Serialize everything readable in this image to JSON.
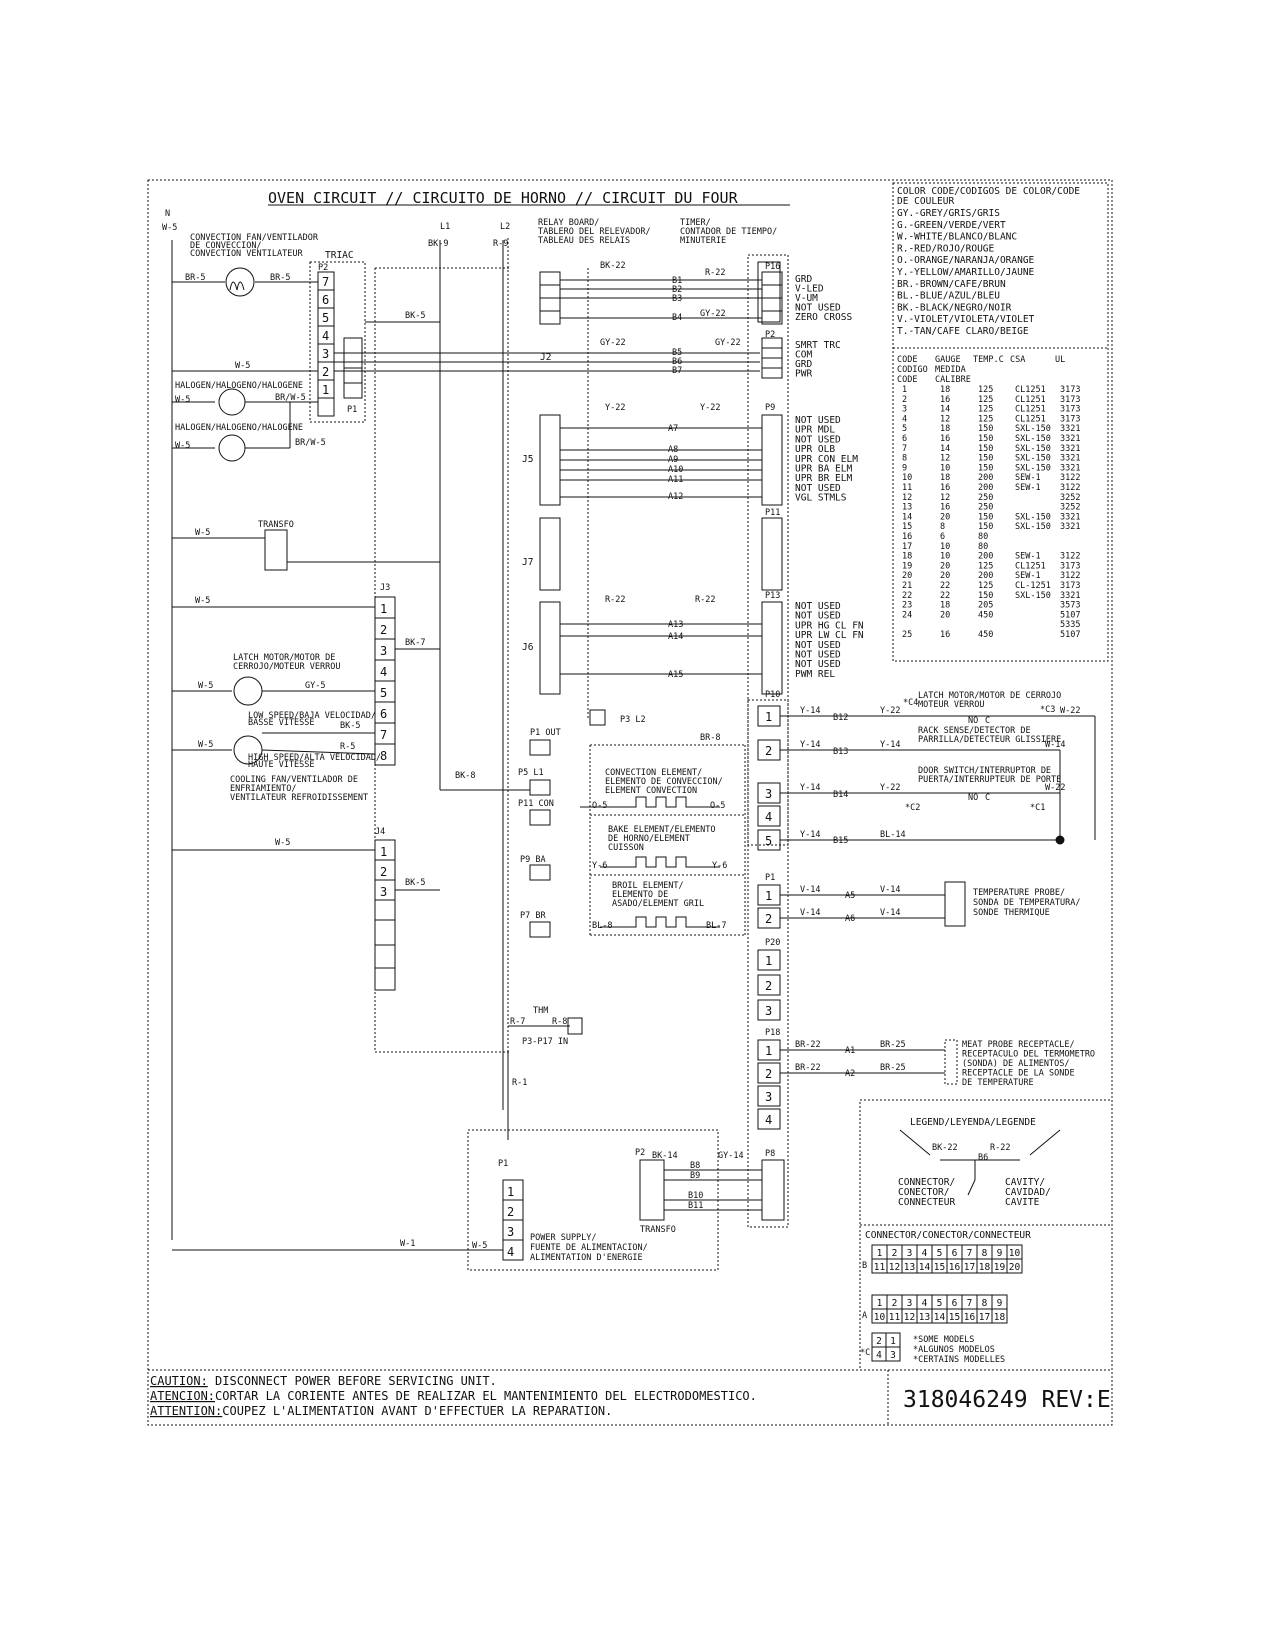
{
  "title": "OVEN CIRCUIT // CIRCUITO DE HORNO // CIRCUIT DU FOUR",
  "color_code": {
    "header": [
      "COLOR CODE/CODIGOS DE COLOR/CODE",
      "DE COULEUR"
    ],
    "entries": [
      "GY.-GREY/GRIS/GRIS",
      "G.-GREEN/VERDE/VERT",
      "W.-WHITE/BLANCO/BLANC",
      "R.-RED/ROJO/ROUGE",
      "O.-ORANGE/NARANJA/ORANGE",
      "Y.-YELLOW/AMARILLO/JAUNE",
      "BR.-BROWN/CAFE/BRUN",
      "BL.-BLUE/AZUL/BLEU",
      "BK.-BLACK/NEGRO/NOIR",
      "V.-VIOLET/VIOLETA/VIOLET",
      "T.-TAN/CAFE CLARO/BEIGE"
    ]
  },
  "gauge_table": {
    "headers": [
      "CODE",
      "GAUGE",
      "TEMP.C",
      "CSA",
      "UL"
    ],
    "subheaders": [
      "CODIGO",
      "MEDIDA",
      "CODE",
      "CALIBRE"
    ],
    "rows": [
      [
        "1",
        "18",
        "125",
        "CL1251",
        "3173"
      ],
      [
        "2",
        "16",
        "125",
        "CL1251",
        "3173"
      ],
      [
        "3",
        "14",
        "125",
        "CL1251",
        "3173"
      ],
      [
        "4",
        "12",
        "125",
        "CL1251",
        "3173"
      ],
      [
        "5",
        "18",
        "150",
        "SXL-150",
        "3321"
      ],
      [
        "6",
        "16",
        "150",
        "SXL-150",
        "3321"
      ],
      [
        "7",
        "14",
        "150",
        "SXL-150",
        "3321"
      ],
      [
        "8",
        "12",
        "150",
        "SXL-150",
        "3321"
      ],
      [
        "9",
        "10",
        "150",
        "SXL-150",
        "3321"
      ],
      [
        "10",
        "18",
        "200",
        "SEW-1",
        "3122"
      ],
      [
        "11",
        "16",
        "200",
        "SEW-1",
        "3122"
      ],
      [
        "12",
        "12",
        "250",
        "",
        "3252"
      ],
      [
        "13",
        "16",
        "250",
        "",
        "3252"
      ],
      [
        "14",
        "20",
        "150",
        "SXL-150",
        "3321"
      ],
      [
        "15",
        "8",
        "150",
        "SXL-150",
        "3321"
      ],
      [
        "16",
        "6",
        "80",
        "",
        ""
      ],
      [
        "17",
        "10",
        "80",
        "",
        ""
      ],
      [
        "18",
        "10",
        "200",
        "SEW-1",
        "3122"
      ],
      [
        "19",
        "20",
        "125",
        "CL1251",
        "3173"
      ],
      [
        "20",
        "20",
        "200",
        "SEW-1",
        "3122"
      ],
      [
        "21",
        "22",
        "125",
        "CL-1251",
        "3173"
      ],
      [
        "22",
        "22",
        "150",
        "SXL-150",
        "3321"
      ],
      [
        "23",
        "18",
        "205",
        "",
        "3573"
      ],
      [
        "24",
        "20",
        "450",
        "",
        "5107"
      ],
      [
        "",
        "",
        "",
        "",
        "5335"
      ],
      [
        "25",
        "16",
        "450",
        "",
        "5107"
      ]
    ]
  },
  "left": {
    "n_label": "N",
    "w5_label": "W-5",
    "conv_fan": [
      "CONVECTION FAN/VENTILADOR",
      "DE CONVECCION/",
      "CONVECTION VENTILATEUR"
    ],
    "triac": "TRIAC",
    "p2": "P2",
    "p1": "P1",
    "halogen1": "HALOGEN/HALOGENO/HALOGENE",
    "halogen2": "HALOGEN/HALOGENO/HALOGENE",
    "brw5": "BR/W-5",
    "brw5b": "BR/W-5",
    "br5a": "BR-5",
    "br5b": "BR-5",
    "transfo": "TRANSFO",
    "j3": "J3",
    "j4": "J4",
    "latch_motor": [
      "LATCH MOTOR/MOTOR DE",
      "CERROJO/MOTEUR VERROU"
    ],
    "gy5": "GY-5",
    "bk5": "BK-5",
    "r5": "R-5",
    "bk7": "BK-7",
    "bk8": "BK-8",
    "bk9": "BK-9",
    "r9": "R-9",
    "low_speed": [
      "LOW SPEED/BAJA VELOCIDAD/",
      "BASSE VITESSE"
    ],
    "high_speed": [
      "HIGH SPEED/ALTA VELOCIDAD/",
      "HAUTE VITESSE"
    ],
    "cooling_fan": [
      "COOLING FAN/VENTILADOR DE",
      "ENFRIAMIENTO/",
      "VENTILATEUR REFROIDISSEMENT"
    ],
    "l1": "L1",
    "l2": "L2"
  },
  "relay": {
    "board": [
      "RELAY BOARD/",
      "TABLERO DEL RELEVADOR/",
      "TABLEAU DES RELAIS"
    ],
    "timer": [
      "TIMER/",
      "CONTADOR DE TIEMPO/",
      "MINUTERIE"
    ],
    "j2": "J2",
    "j5": "J5",
    "j7": "J7",
    "j6": "J6",
    "bk22": "BK-22",
    "r22": "R-22",
    "gy22": "GY-22",
    "y22": "Y-22",
    "p16_labels": [
      "GRD",
      "V-LED",
      "V-UM",
      "NOT USED",
      "ZERO CROSS"
    ],
    "p2_labels": [
      "SMRT TRC",
      "COM",
      "GRD",
      "PWR"
    ],
    "p9_labels": [
      "NOT USED",
      "UPR MDL",
      "NOT USED",
      "UPR OLB",
      "UPR CON ELM",
      "UPR BA ELM",
      "UPR BR ELM",
      "NOT USED",
      "VGL STMLS"
    ],
    "p13_labels": [
      "NOT USED",
      "NOT USED",
      "UPR HG CL FN",
      "UPR LW CL FN",
      "NOT USED",
      "NOT USED",
      "NOT USED",
      "PWM REL"
    ],
    "b_labels": [
      "B1",
      "B2",
      "B3",
      "B4",
      "B5",
      "B6",
      "B7"
    ],
    "a_labels": [
      "A7",
      "A8",
      "A9",
      "A10",
      "A11",
      "A12",
      "A13",
      "A14",
      "A15"
    ],
    "p16": "P16",
    "p2": "P2",
    "p9": "P9",
    "p11": "P11",
    "p13": "P13",
    "p10": "P10",
    "p1": "P1",
    "p20": "P20",
    "p18": "P18",
    "p8": "P8",
    "p3l2": "P3 L2",
    "p1out": "P1 OUT",
    "p5l1": "P5 L1",
    "p11con": "P11 CON",
    "p9ba": "P9 BA",
    "p7br": "P7 BR",
    "br8": "BR-8",
    "conv_element": [
      "CONVECTION ELEMENT/",
      "ELEMENTO DE CONVECCION/",
      "ELEMENT CONVECTION"
    ],
    "bake_element": [
      "BAKE ELEMENT/ELEMENTO",
      "DE HORNO/ELEMENT",
      "CUISSON"
    ],
    "broil_element": [
      "BROIL ELEMENT/",
      "ELEMENTO DE",
      "ASADO/ELEMENT GRIL"
    ],
    "o5": "O-5",
    "y6": "Y-6",
    "bl8": "BL-8",
    "bl7": "BL-7",
    "thm": "THM",
    "r7": "R-7",
    "r8": "R-8",
    "p3p17": "P3-P17 IN",
    "r1": "R-1"
  },
  "right": {
    "y14": "Y-14",
    "y22": "Y-22",
    "w22": "W-22",
    "w14": "W-14",
    "bl14": "BL-14",
    "b12": "B12",
    "b13": "B13",
    "b14": "B14",
    "b15": "B15",
    "c4": "*C4",
    "c3": "*C3",
    "c2": "*C2",
    "c1": "*C1",
    "latch_switch": [
      "LATCH MOTOR/MOTOR DE CERROJO",
      "MOTEUR VERROU"
    ],
    "rack_sense": [
      "RACK SENSE/DETECTOR DE",
      "PARRILLA/DETECTEUR GLISSIERE"
    ],
    "door_switch": [
      "DOOR SWITCH/INTERRUPTOR DE",
      "PUERTA/INTERRUPTEUR DE PORTE"
    ],
    "no": "NO",
    "c": "C",
    "v14": "V-14",
    "a5": "A5",
    "a6": "A6",
    "temp_probe": [
      "TEMPERATURE PROBE/",
      "SONDA DE TEMPERATURA/",
      "SONDE THERMIQUE"
    ],
    "br22": "BR-22",
    "br25": "BR-25",
    "a1": "A1",
    "a2": "A2",
    "meat_probe": [
      "MEAT PROBE RECEPTACLE/",
      "RECEPTACULO DEL TERMOMETRO",
      "(SONDA) DE ALIMENTOS/",
      "RECEPTACLE DE LA SONDE",
      "DE TEMPERATURE"
    ]
  },
  "power": {
    "p1": "P1",
    "p2": "P2",
    "w5": "W-5",
    "w1": "W-1",
    "bk14": "BK-14",
    "gy14": "GY-14",
    "b8": "B8",
    "b9": "B9",
    "b10": "B10",
    "b11": "B11",
    "transfo": "TRANSFO",
    "label": [
      "POWER SUPPLY/",
      "FUENTE DE ALIMENTACION/",
      "ALIMENTATION D'ENERGIE"
    ]
  },
  "legend": {
    "title": "LEGEND/LEYENDA/LEGENDE",
    "bk22": "BK-22",
    "r22": "R-22",
    "b6": "B6",
    "connector": [
      "CONNECTOR/",
      "CONECTOR/",
      "CONNECTEUR"
    ],
    "cavity": [
      "CAVITY/",
      "CAVIDAD/",
      "CAVITE"
    ]
  },
  "connectors": {
    "title": "CONNECTOR/CONECTOR/CONNECTEUR",
    "b_label": "B",
    "a_label": "A",
    "c_label": "*C",
    "b_row1": [
      "1",
      "2",
      "3",
      "4",
      "5",
      "6",
      "7",
      "8",
      "9",
      "10"
    ],
    "b_row2": [
      "11",
      "12",
      "13",
      "14",
      "15",
      "16",
      "17",
      "18",
      "19",
      "20"
    ],
    "a_row1": [
      "1",
      "2",
      "3",
      "4",
      "5",
      "6",
      "7",
      "8",
      "9"
    ],
    "a_row2": [
      "10",
      "11",
      "12",
      "13",
      "14",
      "15",
      "16",
      "17",
      "18"
    ],
    "c_row1": [
      "2",
      "1"
    ],
    "c_row2": [
      "4",
      "3"
    ],
    "some_models": [
      "*SOME MODELS",
      "*ALGUNOS MODELOS",
      "*CERTAINS MODELLES"
    ]
  },
  "caution": {
    "lines": [
      {
        "label": "CAUTION:",
        "text": " DISCONNECT POWER BEFORE SERVICING UNIT."
      },
      {
        "label": "ATENCION:",
        "text": "CORTAR LA CORIENTE ANTES DE REALIZAR EL MANTENIMIENTO DEL ELECTRODOMESTICO."
      },
      {
        "label": "ATTENTION:",
        "text": "COUPEZ L'ALIMENTATION AVANT D'EFFECTUER LA REPARATION."
      }
    ]
  },
  "doc_number": "318046249 REV:E"
}
